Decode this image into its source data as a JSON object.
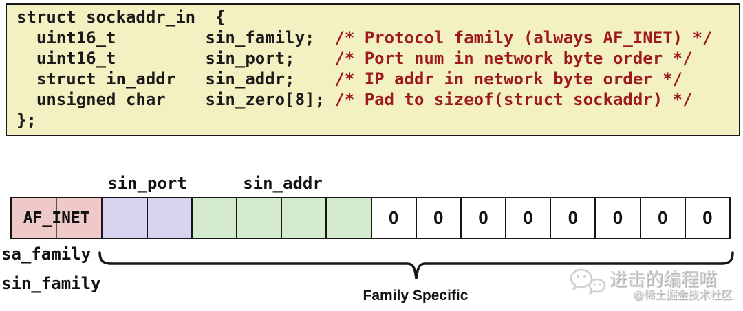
{
  "code_box": {
    "lines": [
      {
        "code": "struct sockaddr_in  {",
        "comment": ""
      },
      {
        "code": "  uint16_t         sin_family;  ",
        "comment": "/* Protocol family (always AF_INET) */"
      },
      {
        "code": "  uint16_t         sin_port;    ",
        "comment": "/* Port num in network byte order */"
      },
      {
        "code": "  struct in_addr   sin_addr;    ",
        "comment": "/* IP addr in network byte order */"
      },
      {
        "code": "  unsigned char    sin_zero[8]; ",
        "comment": "/* Pad to sizeof(struct sockaddr) */"
      },
      {
        "code": "};",
        "comment": ""
      }
    ],
    "colors": {
      "background": "#f3f0c2",
      "code_text": "#1a1a1a",
      "comment_text": "#9e1a1a"
    }
  },
  "diagram": {
    "top_labels": [
      {
        "text": "sin_port"
      },
      {
        "text": "sin_addr"
      }
    ],
    "row_groups": [
      {
        "field": "sin_family",
        "color": "#efc8c8",
        "cell_count": 2,
        "span_label": "AF_INET",
        "cell_text": ""
      },
      {
        "field": "sin_port",
        "color": "#d8d2ee",
        "cell_count": 2,
        "span_label": "",
        "cell_text": ""
      },
      {
        "field": "sin_addr",
        "color": "#d5ebcf",
        "cell_count": 4,
        "span_label": "",
        "cell_text": ""
      },
      {
        "field": "sin_zero",
        "color": "#ffffff",
        "cell_count": 8,
        "span_label": "",
        "cell_text": "0"
      }
    ],
    "left_labels": [
      "sa_family",
      "sin_family"
    ],
    "brace_label": "Family Specific"
  },
  "watermark": {
    "title": "进击的编程喵",
    "subtitle": "@稀土掘金技术社区"
  }
}
